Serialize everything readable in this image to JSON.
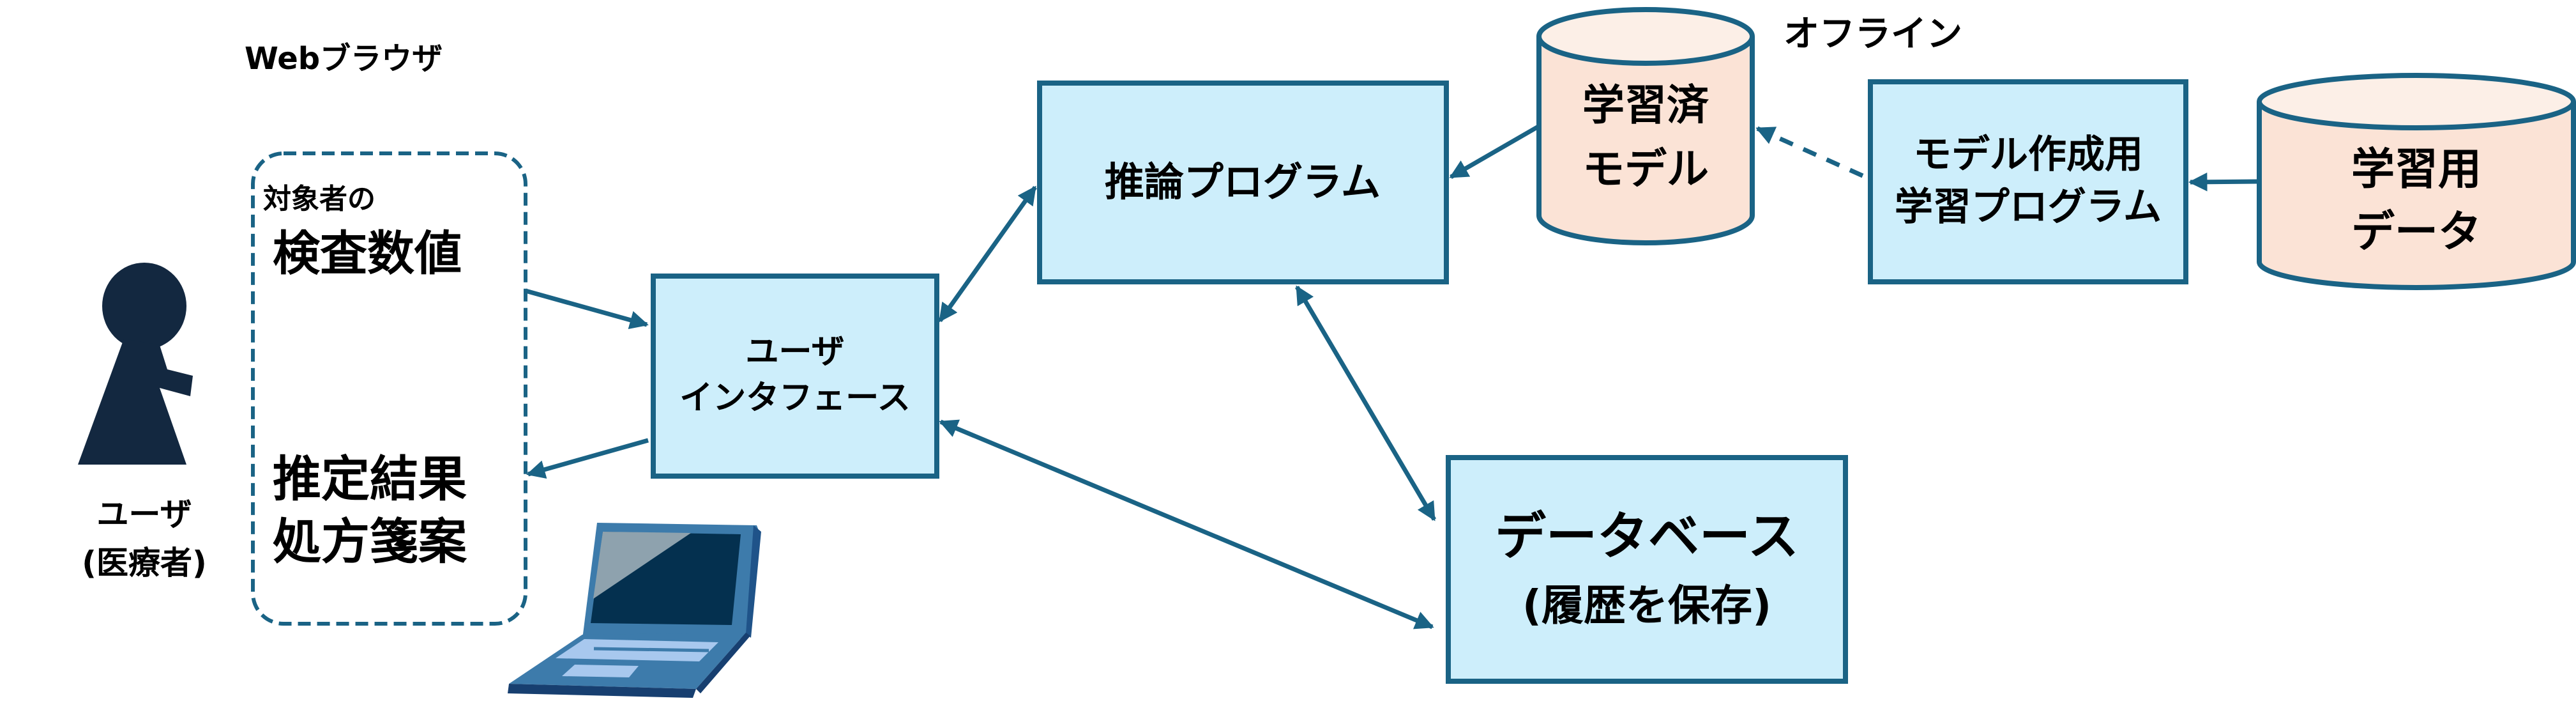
{
  "labels": {
    "web_browser": "Webブラウザ",
    "offline": "オフライン"
  },
  "user": {
    "line1": "ユーザ",
    "line2": "(医療者)"
  },
  "browser_panel": {
    "subject_prefix": "対象者の",
    "input_label": "検査数値",
    "output_line1": "推定結果",
    "output_line2": "処方箋案"
  },
  "nodes": {
    "user_interface": {
      "line1": "ユーザ",
      "line2": "インタフェース"
    },
    "inference_program": {
      "line1": "推論プログラム"
    },
    "trained_model": {
      "line1": "学習済",
      "line2": "モデル"
    },
    "training_program": {
      "line1": "モデル作成用",
      "line2": "学習プログラム"
    },
    "training_data": {
      "line1": "学習用",
      "line2": "データ"
    },
    "database": {
      "line1": "データベース",
      "line2": "(履歴を保存)"
    }
  },
  "edges": [
    {
      "from": "browser_input",
      "to": "user_interface",
      "style": "solid",
      "direction": "forward"
    },
    {
      "from": "user_interface",
      "to": "browser_output",
      "style": "solid",
      "direction": "forward"
    },
    {
      "from": "user_interface",
      "to": "inference_program",
      "style": "solid",
      "direction": "both"
    },
    {
      "from": "trained_model",
      "to": "inference_program",
      "style": "solid",
      "direction": "forward"
    },
    {
      "from": "inference_program",
      "to": "database",
      "style": "solid",
      "direction": "both"
    },
    {
      "from": "database",
      "to": "user_interface",
      "style": "solid",
      "direction": "both"
    },
    {
      "from": "training_program",
      "to": "trained_model",
      "style": "dashed",
      "direction": "forward"
    },
    {
      "from": "training_data",
      "to": "training_program",
      "style": "solid",
      "direction": "forward"
    }
  ],
  "colors": {
    "box_fill": "#cdeefb",
    "box_stroke": "#1a6385",
    "cylinder_fill": "#fbe3d6",
    "person": "#132840"
  }
}
